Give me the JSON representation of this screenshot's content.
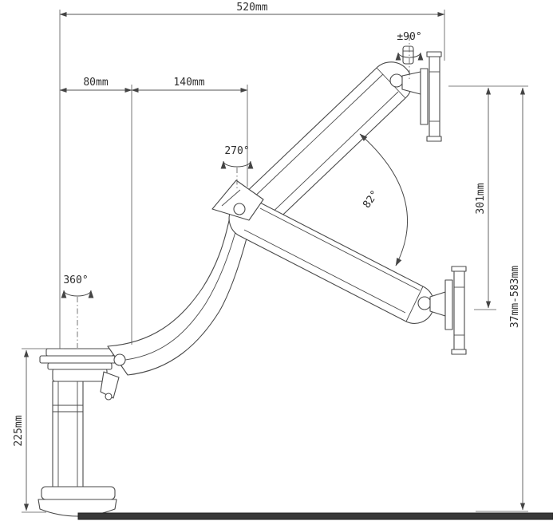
{
  "title": "monitor-arm-technical-drawing",
  "colors": {
    "line": "#4a4a4a",
    "desk": "#383838",
    "text": "#2e2e2e"
  },
  "labels": {
    "d520": "520mm",
    "d80": "80mm",
    "d140": "140mm",
    "d301": "301mm",
    "d_range": "37mm-583mm",
    "d225": "225mm",
    "a90": "±90°",
    "a270": "270°",
    "a360": "360°",
    "a82": "82°"
  }
}
